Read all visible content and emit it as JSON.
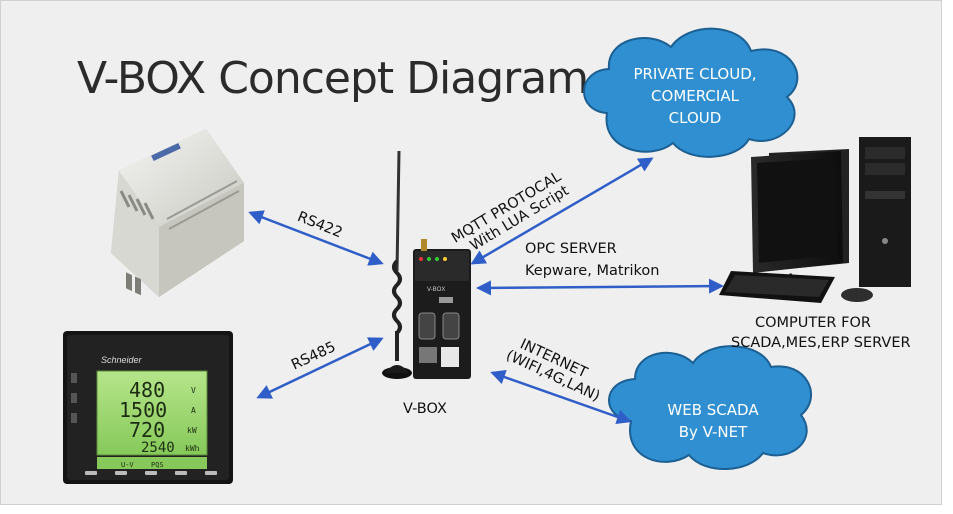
{
  "title": "V-BOX Concept Diagram",
  "links": {
    "rs422": "RS422",
    "rs485": "RS485",
    "mqtt_line1": "MQTT PROTOCAL",
    "mqtt_line2": "With LUA Script",
    "opc_line1": "OPC SERVER",
    "opc_line2": "Kepware, Matrikon",
    "internet_line1": "INTERNET",
    "internet_line2": "(WIFI,4G,LAN)"
  },
  "nodes": {
    "vbox_label": "V-BOX",
    "vbox_brand": "V-BOX",
    "computer_line1": "COMPUTER FOR",
    "computer_line2": "SCADA,MES,ERP SERVER",
    "private_cloud_line1": "PRIVATE CLOUD,",
    "private_cloud_line2": "COMERCIAL",
    "private_cloud_line3": "CLOUD",
    "web_scada_line1": "WEB SCADA",
    "web_scada_line2": "By V-NET"
  },
  "meter": {
    "brand": "Schneider",
    "readings": [
      "480",
      "1500",
      "720",
      "2540"
    ],
    "units": [
      "V",
      "A",
      "kW",
      "kWh"
    ],
    "buttons": [
      "U-V",
      "PQS"
    ]
  },
  "colors": {
    "arrow": "#2f5ec8",
    "cloud": "#2f8fd0",
    "cloud_stroke": "#1c5f93",
    "screen": "#9ad86a"
  }
}
